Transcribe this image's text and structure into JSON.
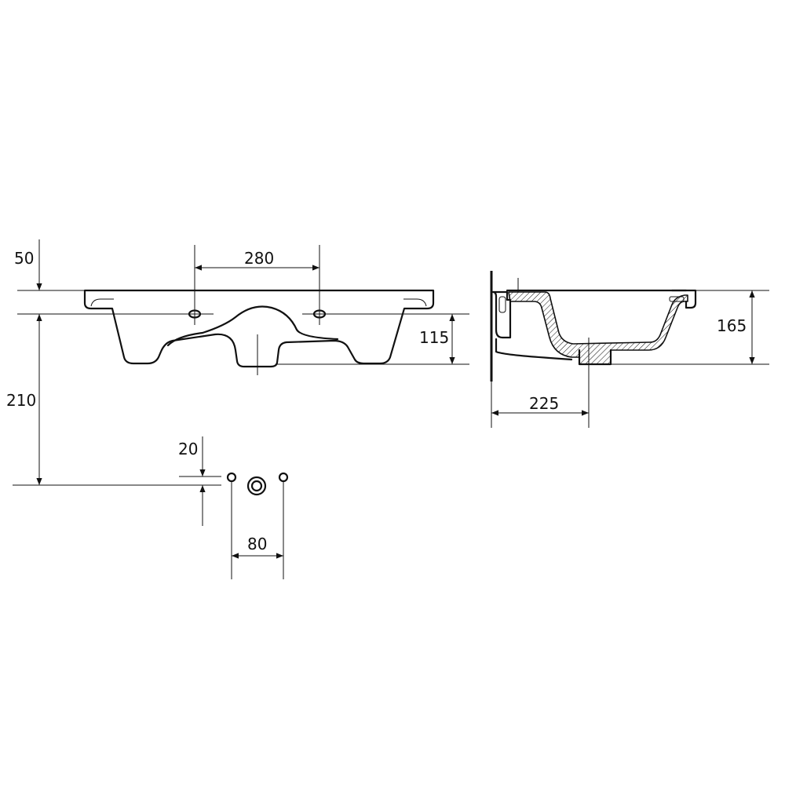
{
  "dimensions": {
    "d50": "50",
    "d280": "280",
    "d115": "115",
    "d210": "210",
    "d20": "20",
    "d80": "80",
    "d165": "165",
    "d225": "225"
  },
  "colors": {
    "line": "#111111",
    "background": "#ffffff"
  }
}
